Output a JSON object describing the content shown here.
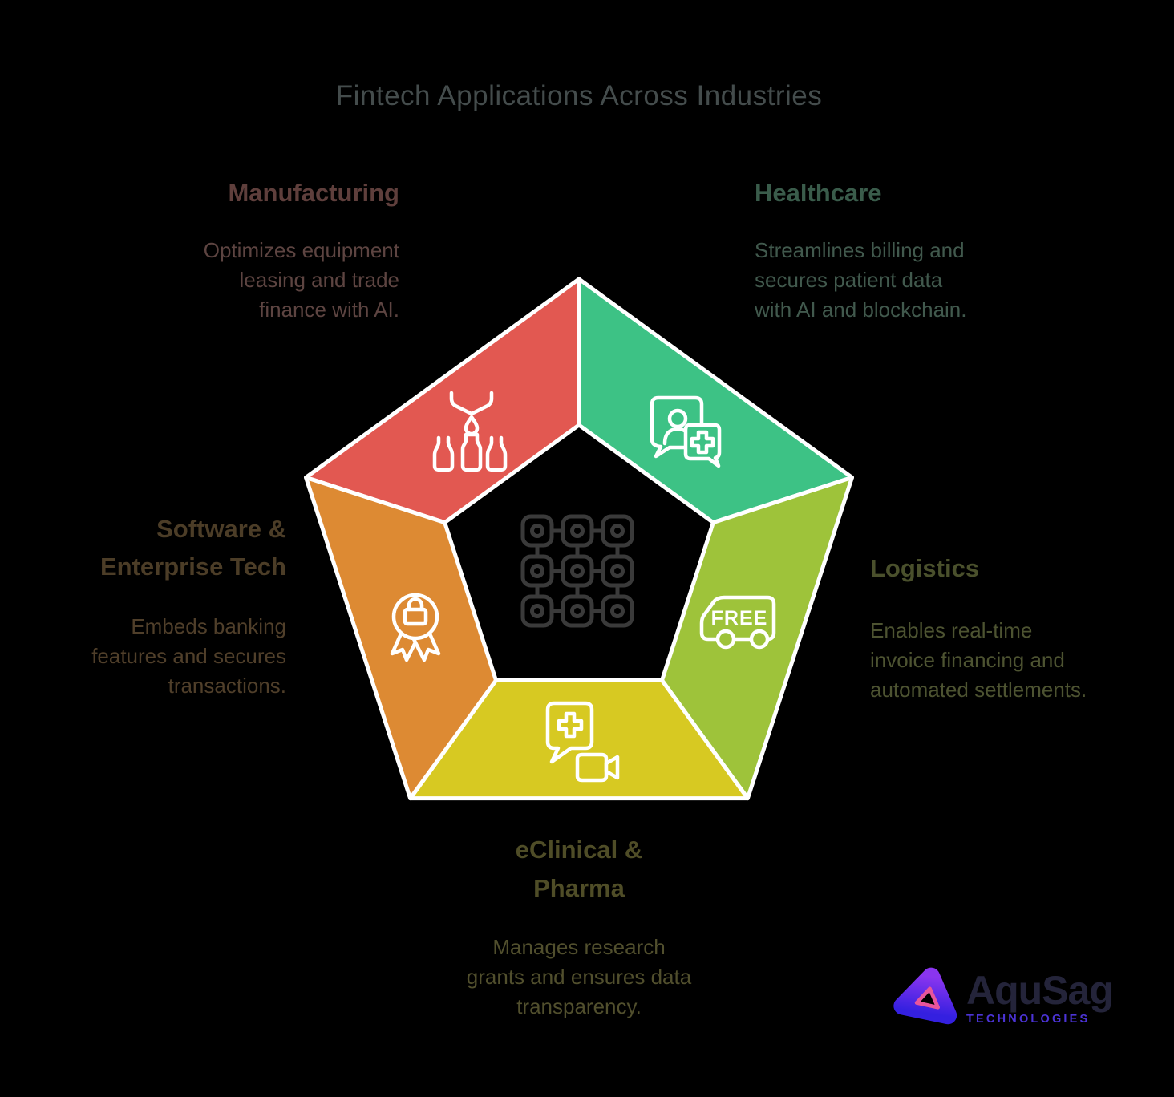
{
  "title": "Fintech Applications Across Industries",
  "colors": {
    "background": "#000000",
    "divider": "#ffffff",
    "icon_stroke": "#ffffff",
    "center_icon": "#3a3a3a",
    "title_text": "#444c4c"
  },
  "sections": [
    {
      "id": "manufacturing",
      "heading": "Manufacturing",
      "body": "Optimizes equipment\nleasing and trade\nfinance with AI.",
      "color": "#e25851",
      "heading_color": "#5f3f3c",
      "body_color": "#5d4441",
      "icon": "bottling-machine-icon"
    },
    {
      "id": "healthcare",
      "heading": "Healthcare",
      "body": "Streamlines billing and\nsecures patient data\nwith AI and blockchain.",
      "color": "#3dc285",
      "heading_color": "#3a5c4b",
      "body_color": "#41594d",
      "icon": "patient-consult-icon"
    },
    {
      "id": "logistics",
      "heading": "Logistics",
      "body": "Enables real-time\ninvoice financing and\nautomated settlements.",
      "color": "#9ec33a",
      "heading_color": "#4a502c",
      "body_color": "#4d5331",
      "icon": "free-delivery-truck-icon",
      "icon_text": "FREE"
    },
    {
      "id": "eclinical",
      "heading": "eClinical &\nPharma",
      "body": "Manages research\ngrants and ensures data\ntransparency.",
      "color": "#d7c922",
      "heading_color": "#4f4d27",
      "body_color": "#514f2d",
      "icon": "telemedicine-icon"
    },
    {
      "id": "software",
      "heading": "Software &\nEnterprise Tech",
      "body": "Embeds banking\nfeatures and secures\ntransactions.",
      "color": "#dd8a33",
      "heading_color": "#4c3d27",
      "body_color": "#503f2a",
      "icon": "secure-badge-icon"
    }
  ],
  "logo": {
    "wordmark": "AquSag",
    "tagline": "TECHNOLOGIES",
    "wordmark_color": "#24243a",
    "tagline_color": "#4b33d6",
    "mark_gradient_top": "#8a35ef",
    "mark_gradient_bottom": "#3420e0",
    "mark_accent": "#e8559c"
  }
}
